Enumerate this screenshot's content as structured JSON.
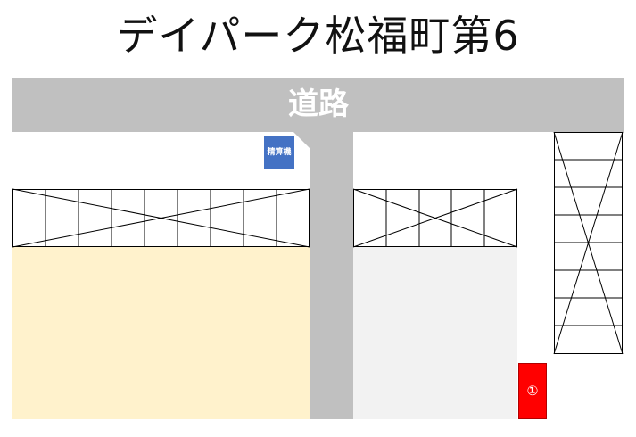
{
  "title": "デイパーク松福町第6",
  "road": {
    "label": "道路"
  },
  "pay_station": {
    "label": "精算機"
  },
  "spaces": [
    {
      "label": "①",
      "color": "#ff0000"
    }
  ],
  "colors": {
    "road": "#c0c0c0",
    "pay_station": "#4472c4",
    "zone_left": "#fff2cc",
    "zone_right": "#f2f2f2",
    "unavailable_block_lines": "#000000"
  },
  "blocks": [
    {
      "name": "left-blocked-row",
      "cells": 9,
      "orientation": "horizontal",
      "crossed": true
    },
    {
      "name": "middle-blocked-row",
      "cells": 5,
      "orientation": "horizontal",
      "crossed": true
    },
    {
      "name": "right-blocked-column",
      "cells": 8,
      "orientation": "vertical",
      "crossed": true
    }
  ]
}
